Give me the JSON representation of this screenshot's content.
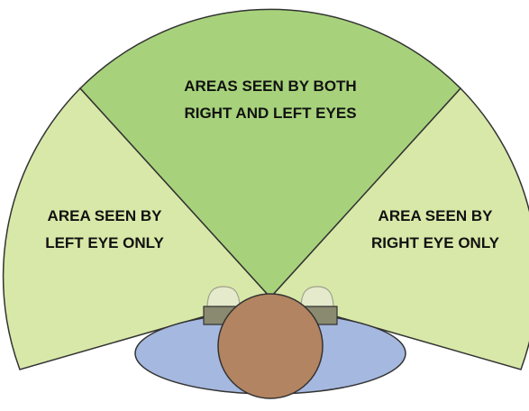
{
  "diagram": {
    "center_region": {
      "label_line1": "AREAS SEEN BY BOTH",
      "label_line2": "RIGHT AND LEFT EYES",
      "color": "#a7d27b"
    },
    "left_region": {
      "label_line1": "AREA SEEN BY",
      "label_line2": "LEFT EYE ONLY",
      "color": "#d8e8a8"
    },
    "right_region": {
      "label_line1": "AREA SEEN BY",
      "label_line2": "RIGHT EYE ONLY",
      "color": "#d8e8a8"
    },
    "colors": {
      "outline": "#333333",
      "head": "#b38461",
      "shoulders": "#a5b8df",
      "eye_lens": "#e6ebcf",
      "eye_base": "#8a8a70"
    }
  }
}
